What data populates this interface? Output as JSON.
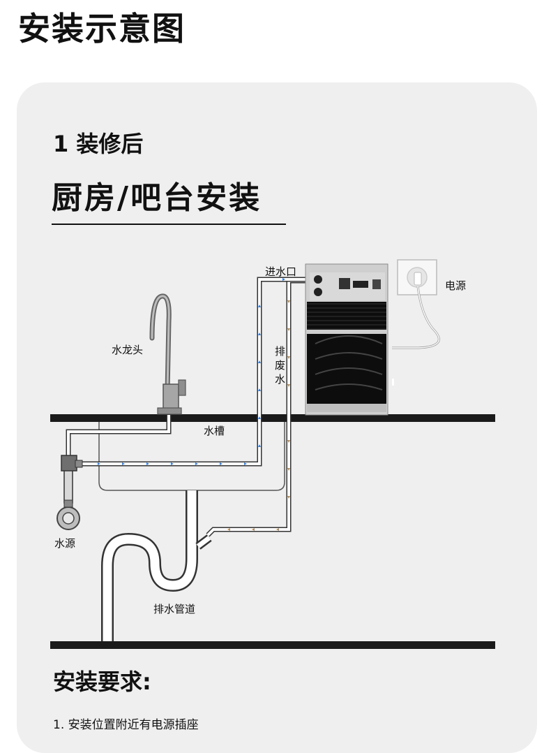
{
  "header": {
    "title": "安装示意图"
  },
  "section": {
    "number_title": "1 装修后",
    "scene_title": "厨房/吧台安装"
  },
  "diagram": {
    "labels": {
      "inlet": "进水口",
      "power": "电源",
      "faucet": "水龙头",
      "waste_line1": "排",
      "waste_line2": "废",
      "waste_line3": "水",
      "sink": "水槽",
      "water_source": "水源",
      "drain_pipe": "排水管道"
    },
    "colors": {
      "counter": "#1a1a1a",
      "pipe_outline": "#333333",
      "pipe_fill": "#ffffff",
      "flow_arrow_blue": "#2e7be0",
      "flow_arrow_tan": "#b08a5a",
      "card_bg": "#efefef"
    }
  },
  "requirements": {
    "title": "安装要求:",
    "items": [
      "1. 安装位置附近有电源插座"
    ]
  }
}
